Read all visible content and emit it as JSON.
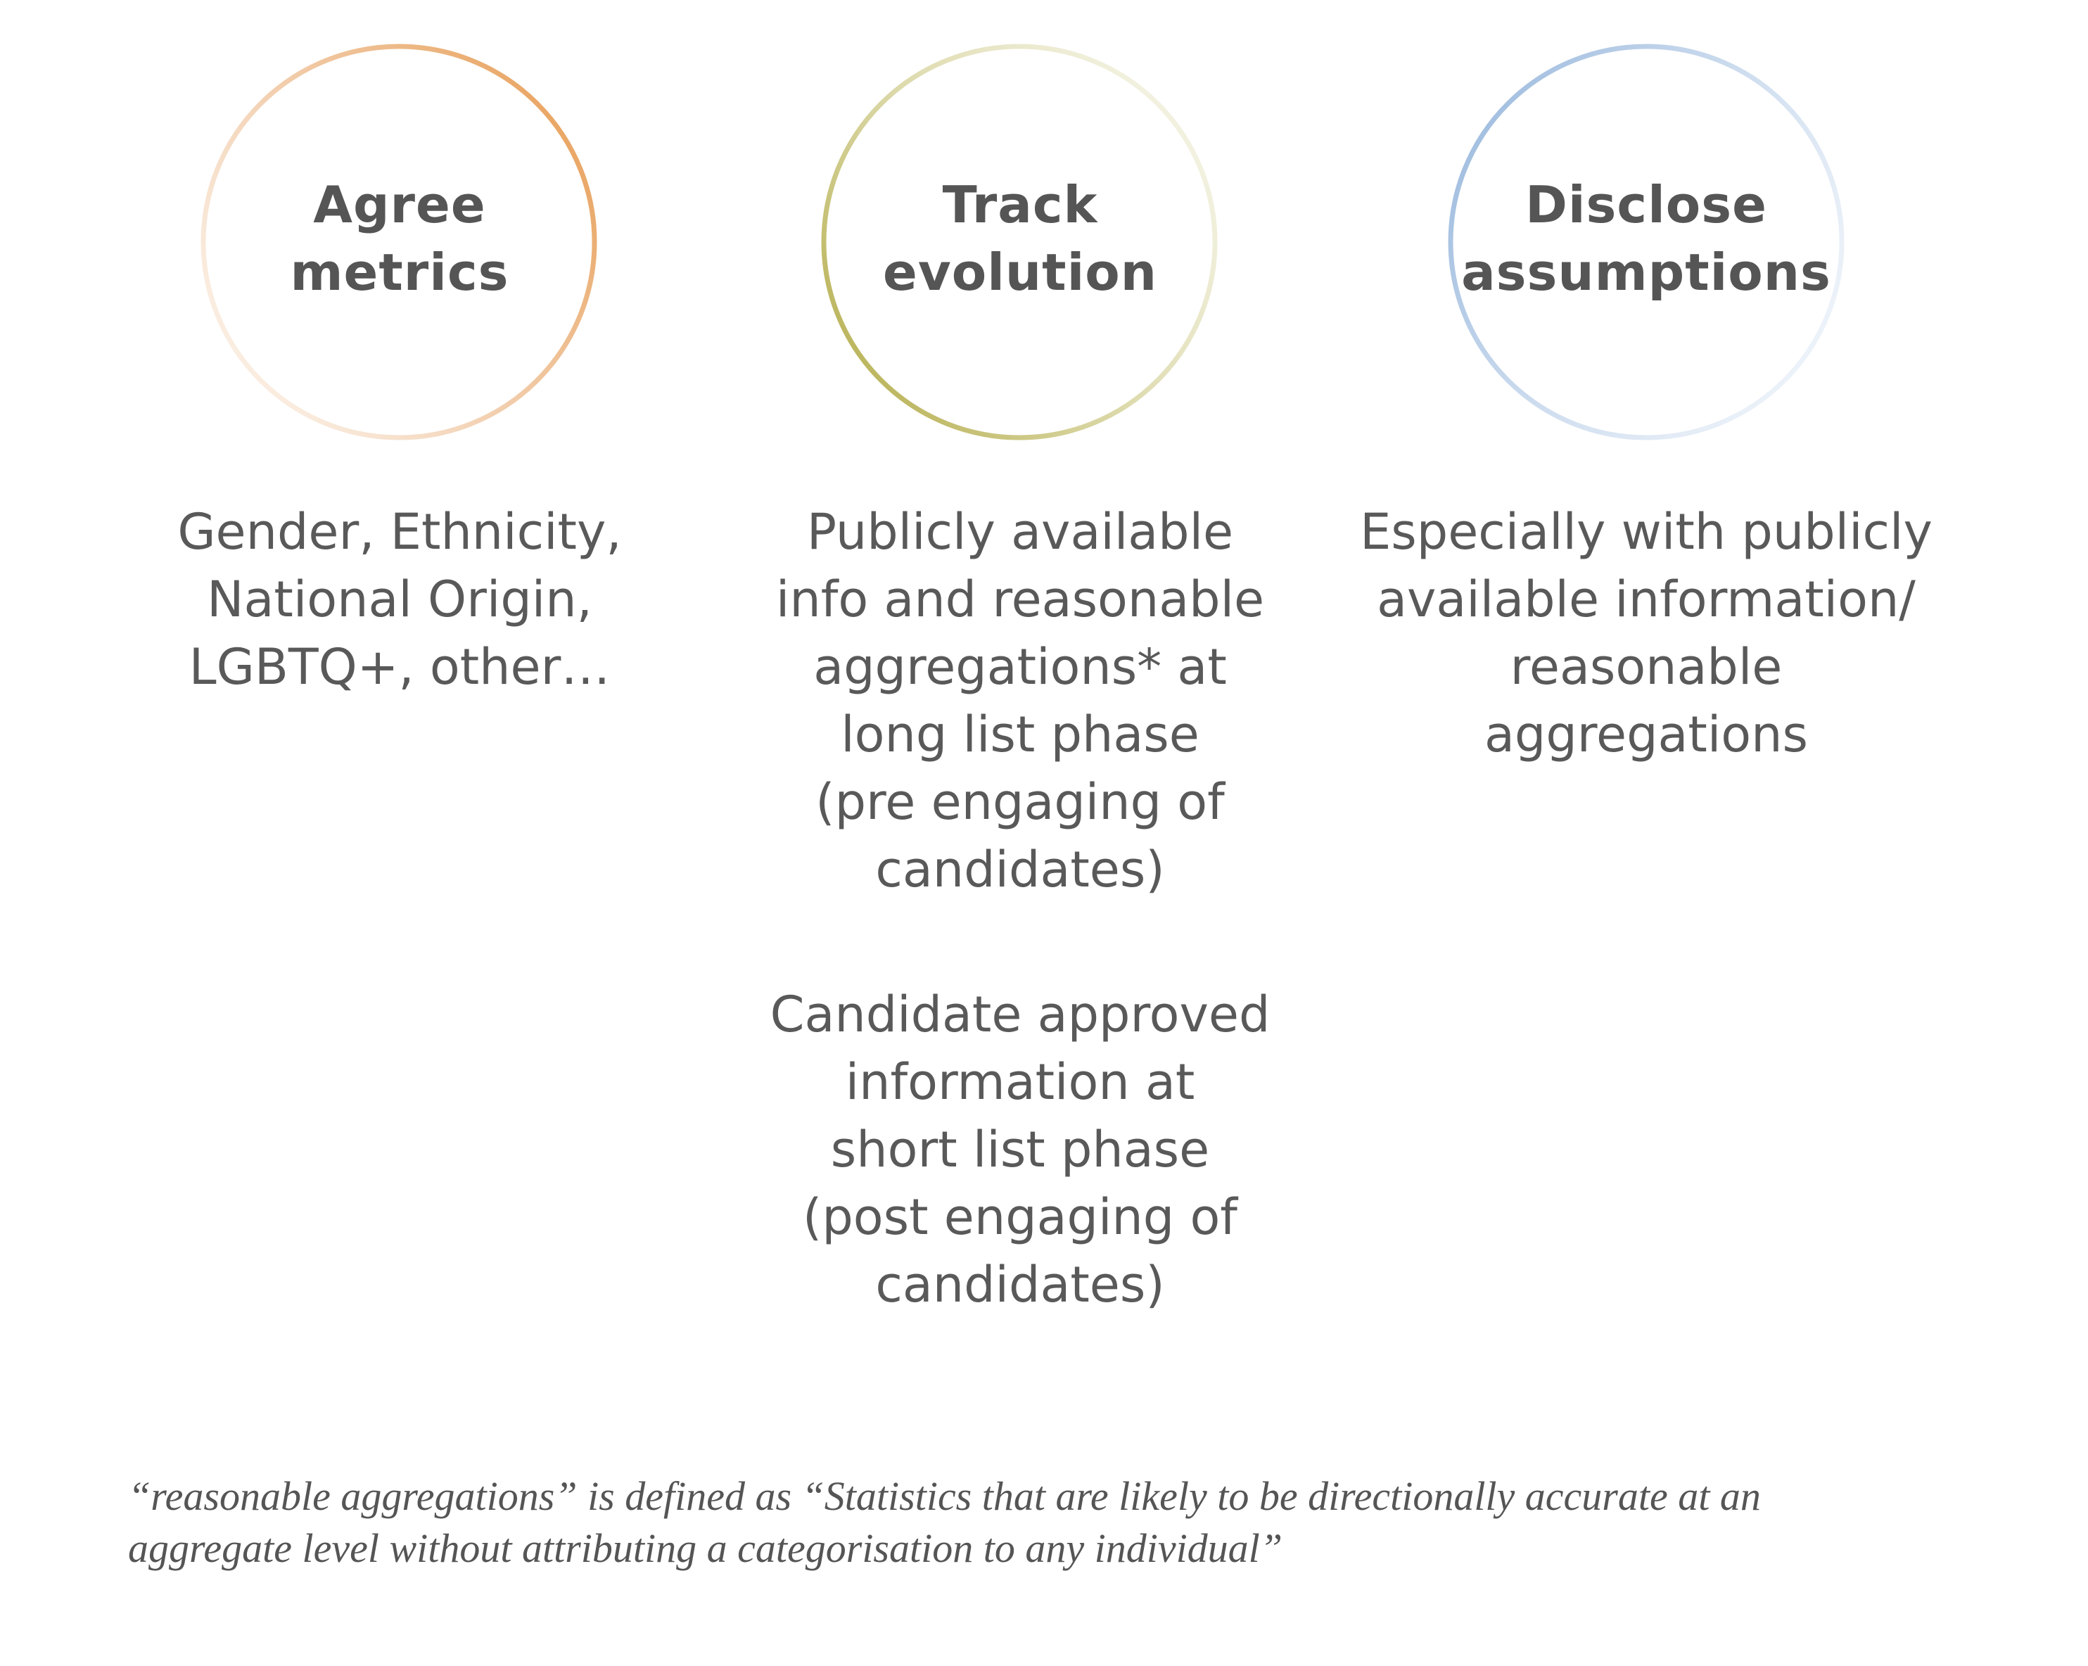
{
  "steps": [
    {
      "title_lines": [
        "Agree",
        "metrics"
      ],
      "ring_color": "#E8A15B",
      "descriptions": [
        [
          "Gender, Ethnicity,",
          "National Origin,",
          "LGBTQ+, other…"
        ]
      ]
    },
    {
      "title_lines": [
        "Track",
        "evolution"
      ],
      "ring_color": "#B5AE4D",
      "descriptions": [
        [
          "Publicly available",
          "info and reasonable",
          "aggregations* at",
          "long list phase",
          "(pre engaging of",
          "candidates)"
        ],
        [
          "Candidate approved",
          "information at",
          "short list phase",
          "(post engaging of",
          "candidates)"
        ]
      ]
    },
    {
      "title_lines": [
        "Disclose",
        "assumptions"
      ],
      "ring_color": "#9DBBDE",
      "descriptions": [
        [
          "Especially with publicly",
          "available information/",
          "reasonable",
          "aggregations"
        ]
      ]
    }
  ],
  "footnote_lines": [
    "“reasonable aggregations” is defined as “Statistics that are likely to be directionally accurate at an",
    "aggregate level without attributing a categorisation to any individual”"
  ]
}
